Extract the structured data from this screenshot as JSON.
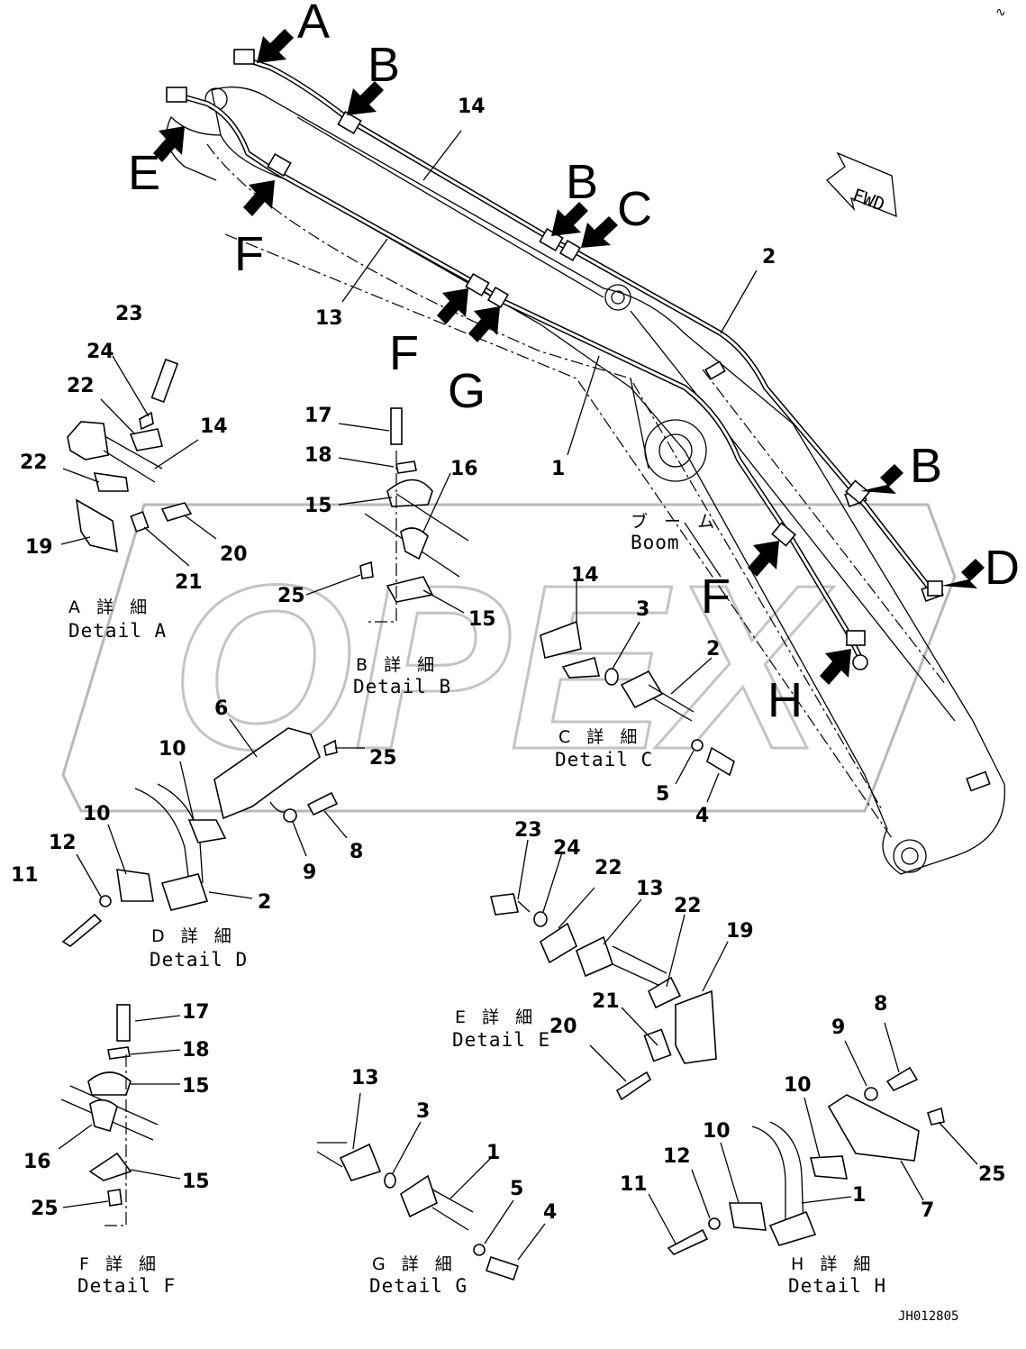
{
  "callout_letters": {
    "A": "A",
    "B": "B",
    "C": "C",
    "D": "D",
    "E": "E",
    "F": "F",
    "G": "G",
    "H": "H"
  },
  "part_numbers": {
    "p1": "1",
    "p2": "2",
    "p3": "3",
    "p4": "4",
    "p5": "5",
    "p6": "6",
    "p7": "7",
    "p8": "8",
    "p9": "9",
    "p10": "10",
    "p11": "11",
    "p12": "12",
    "p13": "13",
    "p14": "14",
    "p15": "15",
    "p16": "16",
    "p17": "17",
    "p18": "18",
    "p19": "19",
    "p20": "20",
    "p21": "21",
    "p22": "22",
    "p23": "23",
    "p24": "24",
    "p25": "25"
  },
  "detail_labels": {
    "A": {
      "jp": "A 詳 細",
      "en": "Detail A"
    },
    "B": {
      "jp": "B 詳 細",
      "en": "Detail B"
    },
    "C": {
      "jp": "C 詳 細",
      "en": "Detail C"
    },
    "D": {
      "jp": "D 詳 細",
      "en": "Detail D"
    },
    "E": {
      "jp": "E 詳 細",
      "en": "Detail E"
    },
    "F": {
      "jp": "F 詳 細",
      "en": "Detail F"
    },
    "G": {
      "jp": "G 詳 細",
      "en": "Detail G"
    },
    "H": {
      "jp": "H 詳 細",
      "en": "Detail H"
    }
  },
  "boom_label": {
    "jp": "ブ ー ム",
    "en": "Boom"
  },
  "fwd_label": "FWD",
  "drawing_code": "JH012805",
  "watermark": "OPEX",
  "colors": {
    "ink": "#000000",
    "paper": "#ffffff",
    "watermark": "#b8b8b8"
  }
}
